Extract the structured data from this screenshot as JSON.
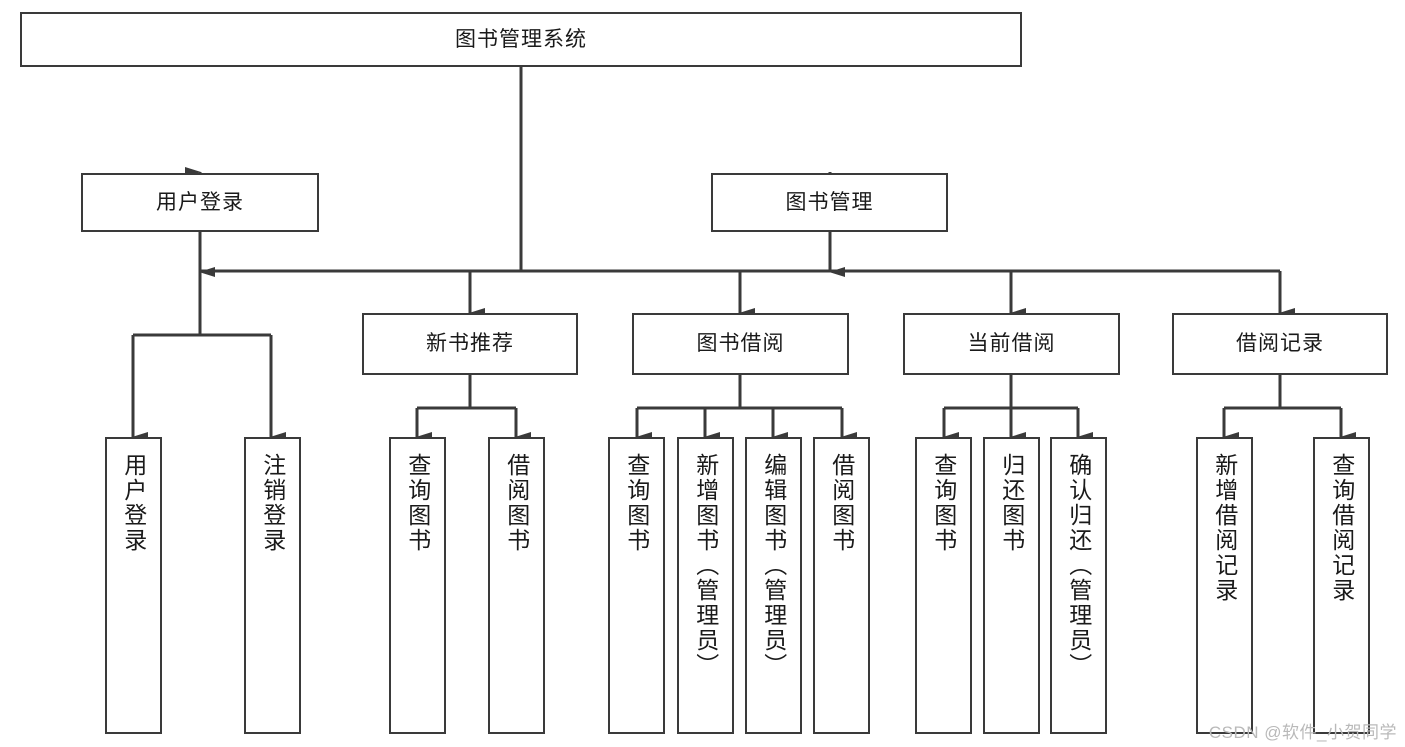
{
  "diagram": {
    "title": "图书管理系统",
    "type": "tree-hierarchy-chart",
    "stroke_color": "#3a3a3a",
    "fill_color": "#ffffff",
    "text_color": "#1a1a1a"
  },
  "watermark": {
    "text": "CSDN @软件_小贺同学",
    "color": "#b9b9b9"
  },
  "nodes": {
    "root": {
      "label": "图书管理系统"
    },
    "level2": [
      {
        "label": "用户登录"
      },
      {
        "label": "图书管理"
      }
    ],
    "level3": [
      {
        "label": "新书推荐"
      },
      {
        "label": "图书借阅"
      },
      {
        "label": "当前借阅"
      },
      {
        "label": "借阅记录"
      }
    ],
    "leaves": [
      {
        "label": "用户登录",
        "parent": "用户登录"
      },
      {
        "label": "注销登录",
        "parent": "用户登录"
      },
      {
        "label": "查询图书",
        "parent": "新书推荐"
      },
      {
        "label": "借阅图书",
        "parent": "新书推荐"
      },
      {
        "label": "查询图书",
        "parent": "图书借阅"
      },
      {
        "label": "新增图书（管理员）",
        "parent": "图书借阅"
      },
      {
        "label": "编辑图书（管理员）",
        "parent": "图书借阅"
      },
      {
        "label": "借阅图书",
        "parent": "图书借阅"
      },
      {
        "label": "查询图书",
        "parent": "当前借阅"
      },
      {
        "label": "归还图书",
        "parent": "当前借阅"
      },
      {
        "label": "确认归还（管理员）",
        "parent": "当前借阅"
      },
      {
        "label": "新增借阅记录",
        "parent": "借阅记录"
      },
      {
        "label": "查询借阅记录",
        "parent": "借阅记录"
      }
    ]
  }
}
